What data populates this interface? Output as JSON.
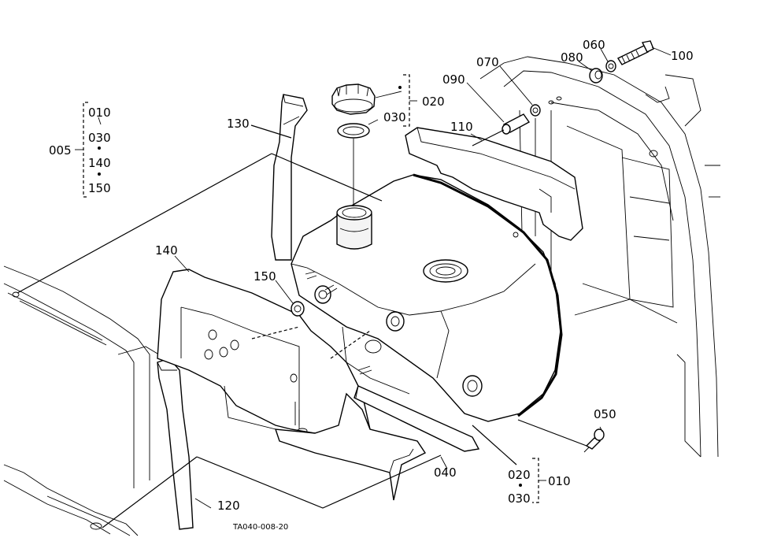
{
  "diagram": {
    "reference_code": "TA040-008-20",
    "labels": {
      "p005": "005",
      "p010_left": "010",
      "p030_left": "030",
      "p140_left": "140",
      "p150_left": "150",
      "p020_top": "020",
      "p030_top": "030",
      "p060": "060",
      "p070": "070",
      "p080": "080",
      "p090": "090",
      "p100": "100",
      "p110": "110",
      "p120": "120",
      "p130": "130",
      "p140": "140",
      "p150": "150",
      "p040": "040",
      "p050": "050",
      "p020_bottom": "020",
      "p030_bottom": "030",
      "p010_bottom": "010"
    }
  }
}
